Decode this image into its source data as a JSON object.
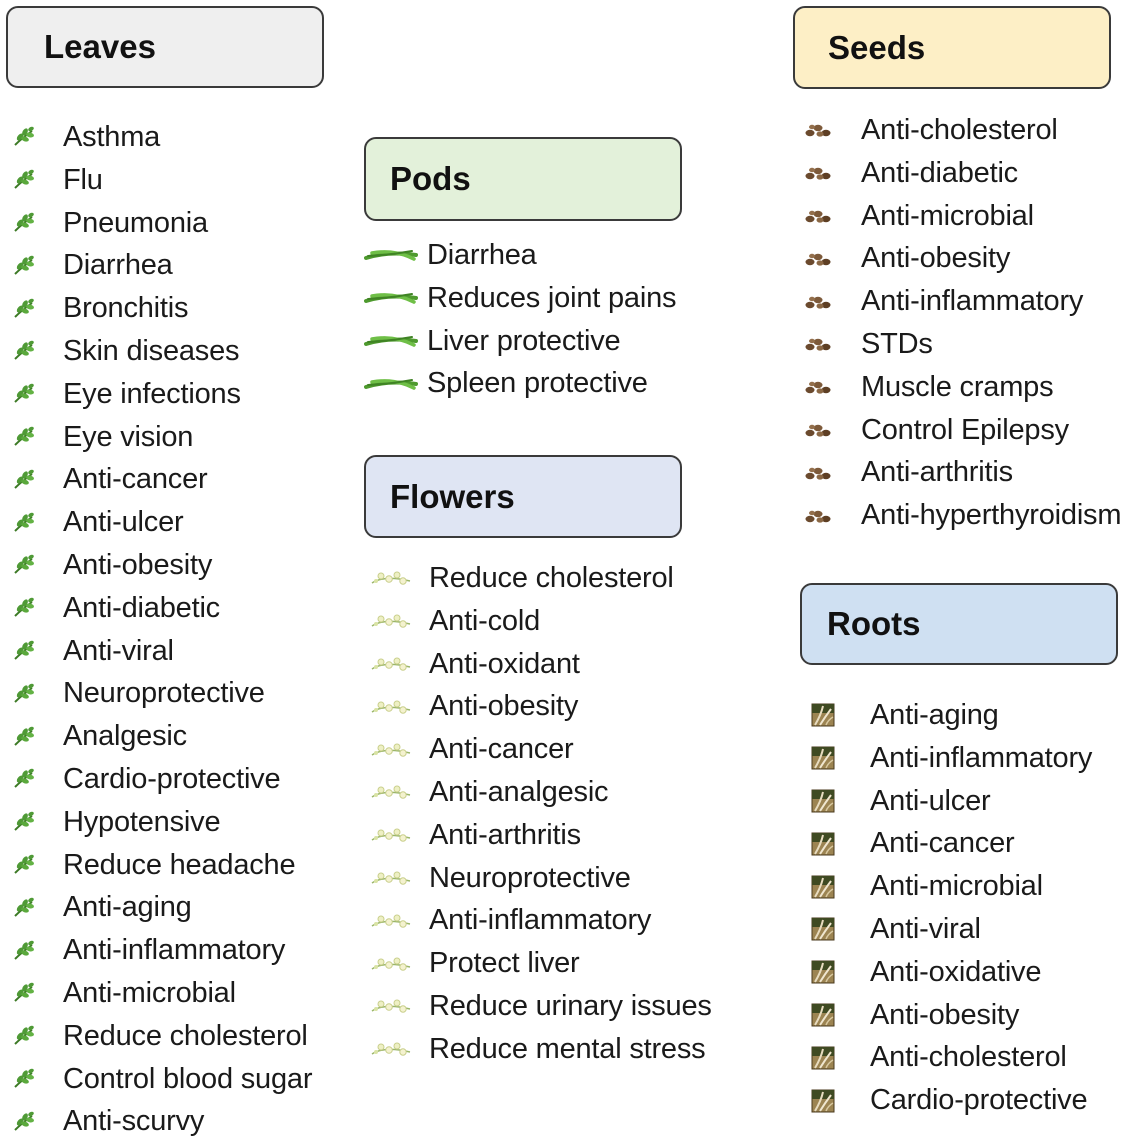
{
  "groups": {
    "leaves": {
      "title": "Leaves",
      "color": "#efefef",
      "icon": "leaf-icon",
      "items": [
        "Asthma",
        "Flu",
        "Pneumonia",
        "Diarrhea",
        "Bronchitis",
        "Skin diseases",
        "Eye infections",
        "Eye vision",
        "Anti-cancer",
        "Anti-ulcer",
        "Anti-obesity",
        "Anti-diabetic",
        "Anti-viral",
        "Neuroprotective",
        "Analgesic",
        "Cardio-protective",
        "Hypotensive",
        "Reduce headache",
        "Anti-aging",
        "Anti-inflammatory",
        "Anti-microbial",
        "Reduce cholesterol",
        "Control blood sugar",
        "Anti-scurvy"
      ]
    },
    "pods": {
      "title": "Pods",
      "color": "#e3f1da",
      "icon": "pod-icon",
      "items": [
        "Diarrhea",
        "Reduces joint pains",
        "Liver protective",
        "Spleen protective"
      ]
    },
    "flowers": {
      "title": "Flowers",
      "color": "#dfe5f3",
      "icon": "flower-icon",
      "items": [
        "Reduce cholesterol",
        "Anti-cold",
        "Anti-oxidant",
        "Anti-obesity",
        "Anti-cancer",
        "Anti-analgesic",
        "Anti-arthritis",
        "Neuroprotective",
        "Anti-inflammatory",
        "Protect liver",
        "Reduce urinary issues",
        "Reduce mental stress"
      ]
    },
    "seeds": {
      "title": "Seeds",
      "color": "#fdefc6",
      "icon": "seed-icon",
      "items": [
        "Anti-cholesterol",
        "Anti-diabetic",
        "Anti-microbial",
        "Anti-obesity",
        "Anti-inflammatory",
        "STDs",
        "Muscle cramps",
        "Control Epilepsy",
        "Anti-arthritis",
        "Anti-hyperthyroidism"
      ]
    },
    "roots": {
      "title": "Roots",
      "color": "#cfe0f2",
      "icon": "root-icon",
      "items": [
        "Anti-aging",
        "Anti-inflammatory",
        "Anti-ulcer",
        "Anti-cancer",
        "Anti-microbial",
        "Anti-viral",
        "Anti-oxidative",
        "Anti-obesity",
        "Anti-cholesterol",
        "Cardio-protective"
      ]
    }
  }
}
